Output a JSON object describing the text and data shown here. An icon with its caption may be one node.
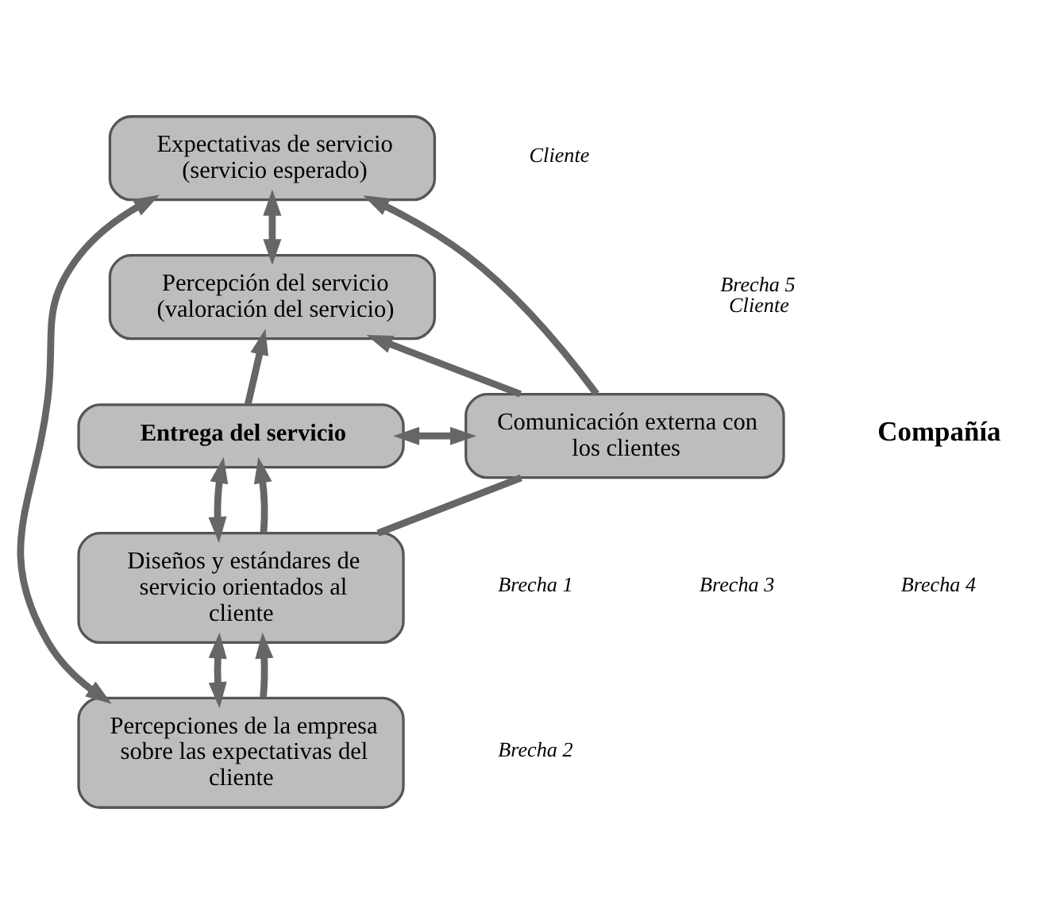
{
  "diagram": {
    "nodes": [
      {
        "text": [
          "Expectativas de servicio (servicio esperado)"
        ]
      },
      {
        "text": [
          "Percepción del servicio (valoración del servicio)"
        ]
      },
      {
        "text": [
          "Entrega del servicio"
        ]
      },
      {
        "text": [
          "Comunicación externa con los clientes"
        ]
      },
      {
        "text": [
          "Diseños y estándares de servicio orientados al cliente"
        ]
      },
      {
        "text": [
          "Percepciones de la empresa sobre las expectativas del cliente"
        ]
      }
    ],
    "edges": [
      {
        "from": 1,
        "to": 0,
        "arrow": "both"
      },
      {
        "from": 2,
        "to": 1,
        "arrow": "to"
      },
      {
        "from": 3,
        "to": 0,
        "arrow": "to"
      },
      {
        "from": 3,
        "to": 1,
        "arrow": "to"
      },
      {
        "from": 2,
        "to": 3,
        "arrow": "both"
      },
      {
        "from": 4,
        "to": 2,
        "arrow": "both"
      },
      {
        "from": 4,
        "to": 2,
        "arrow": "to"
      },
      {
        "from": 4,
        "to": 3,
        "arrow": "none"
      },
      {
        "from": 5,
        "to": 4,
        "arrow": "both"
      },
      {
        "from": 5,
        "to": 4,
        "arrow": "to"
      },
      {
        "from": 5,
        "to": 0,
        "arrow": "both"
      }
    ],
    "labels": [
      "Cliente",
      "Brecha 5 Cliente",
      "Compañía",
      "Brecha 1",
      "Brecha 3",
      "Brecha 4",
      "Brecha 2"
    ]
  }
}
